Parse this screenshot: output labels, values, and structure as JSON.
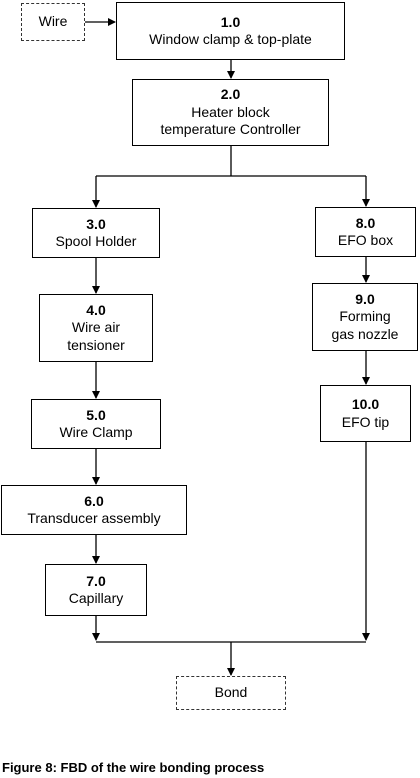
{
  "nodes": {
    "wire": {
      "label": "Wire"
    },
    "n1": {
      "num": "1.0",
      "label": "Window clamp & top-plate"
    },
    "n2": {
      "num": "2.0",
      "label": "Heater block\ntemperature Controller"
    },
    "n3": {
      "num": "3.0",
      "label": "Spool Holder"
    },
    "n4": {
      "num": "4.0",
      "label": "Wire air\ntensioner"
    },
    "n5": {
      "num": "5.0",
      "label": "Wire Clamp"
    },
    "n6": {
      "num": "6.0",
      "label": "Transducer assembly"
    },
    "n7": {
      "num": "7.0",
      "label": "Capillary"
    },
    "n8": {
      "num": "8.0",
      "label": "EFO box"
    },
    "n9": {
      "num": "9.0",
      "label": "Forming\ngas nozzle"
    },
    "n10": {
      "num": "10.0",
      "label": "EFO tip"
    },
    "bond": {
      "label": "Bond"
    }
  },
  "edges": [
    {
      "from": "wire",
      "to": "n1"
    },
    {
      "from": "n1",
      "to": "n2"
    },
    {
      "from": "n2",
      "to": "n3"
    },
    {
      "from": "n2",
      "to": "n8"
    },
    {
      "from": "n3",
      "to": "n4"
    },
    {
      "from": "n4",
      "to": "n5"
    },
    {
      "from": "n5",
      "to": "n6"
    },
    {
      "from": "n6",
      "to": "n7"
    },
    {
      "from": "n8",
      "to": "n9"
    },
    {
      "from": "n9",
      "to": "n10"
    },
    {
      "from": "n7",
      "to": "bond"
    },
    {
      "from": "n10",
      "to": "bond"
    }
  ],
  "caption": "Figure 8: FBD of the wire bonding process"
}
